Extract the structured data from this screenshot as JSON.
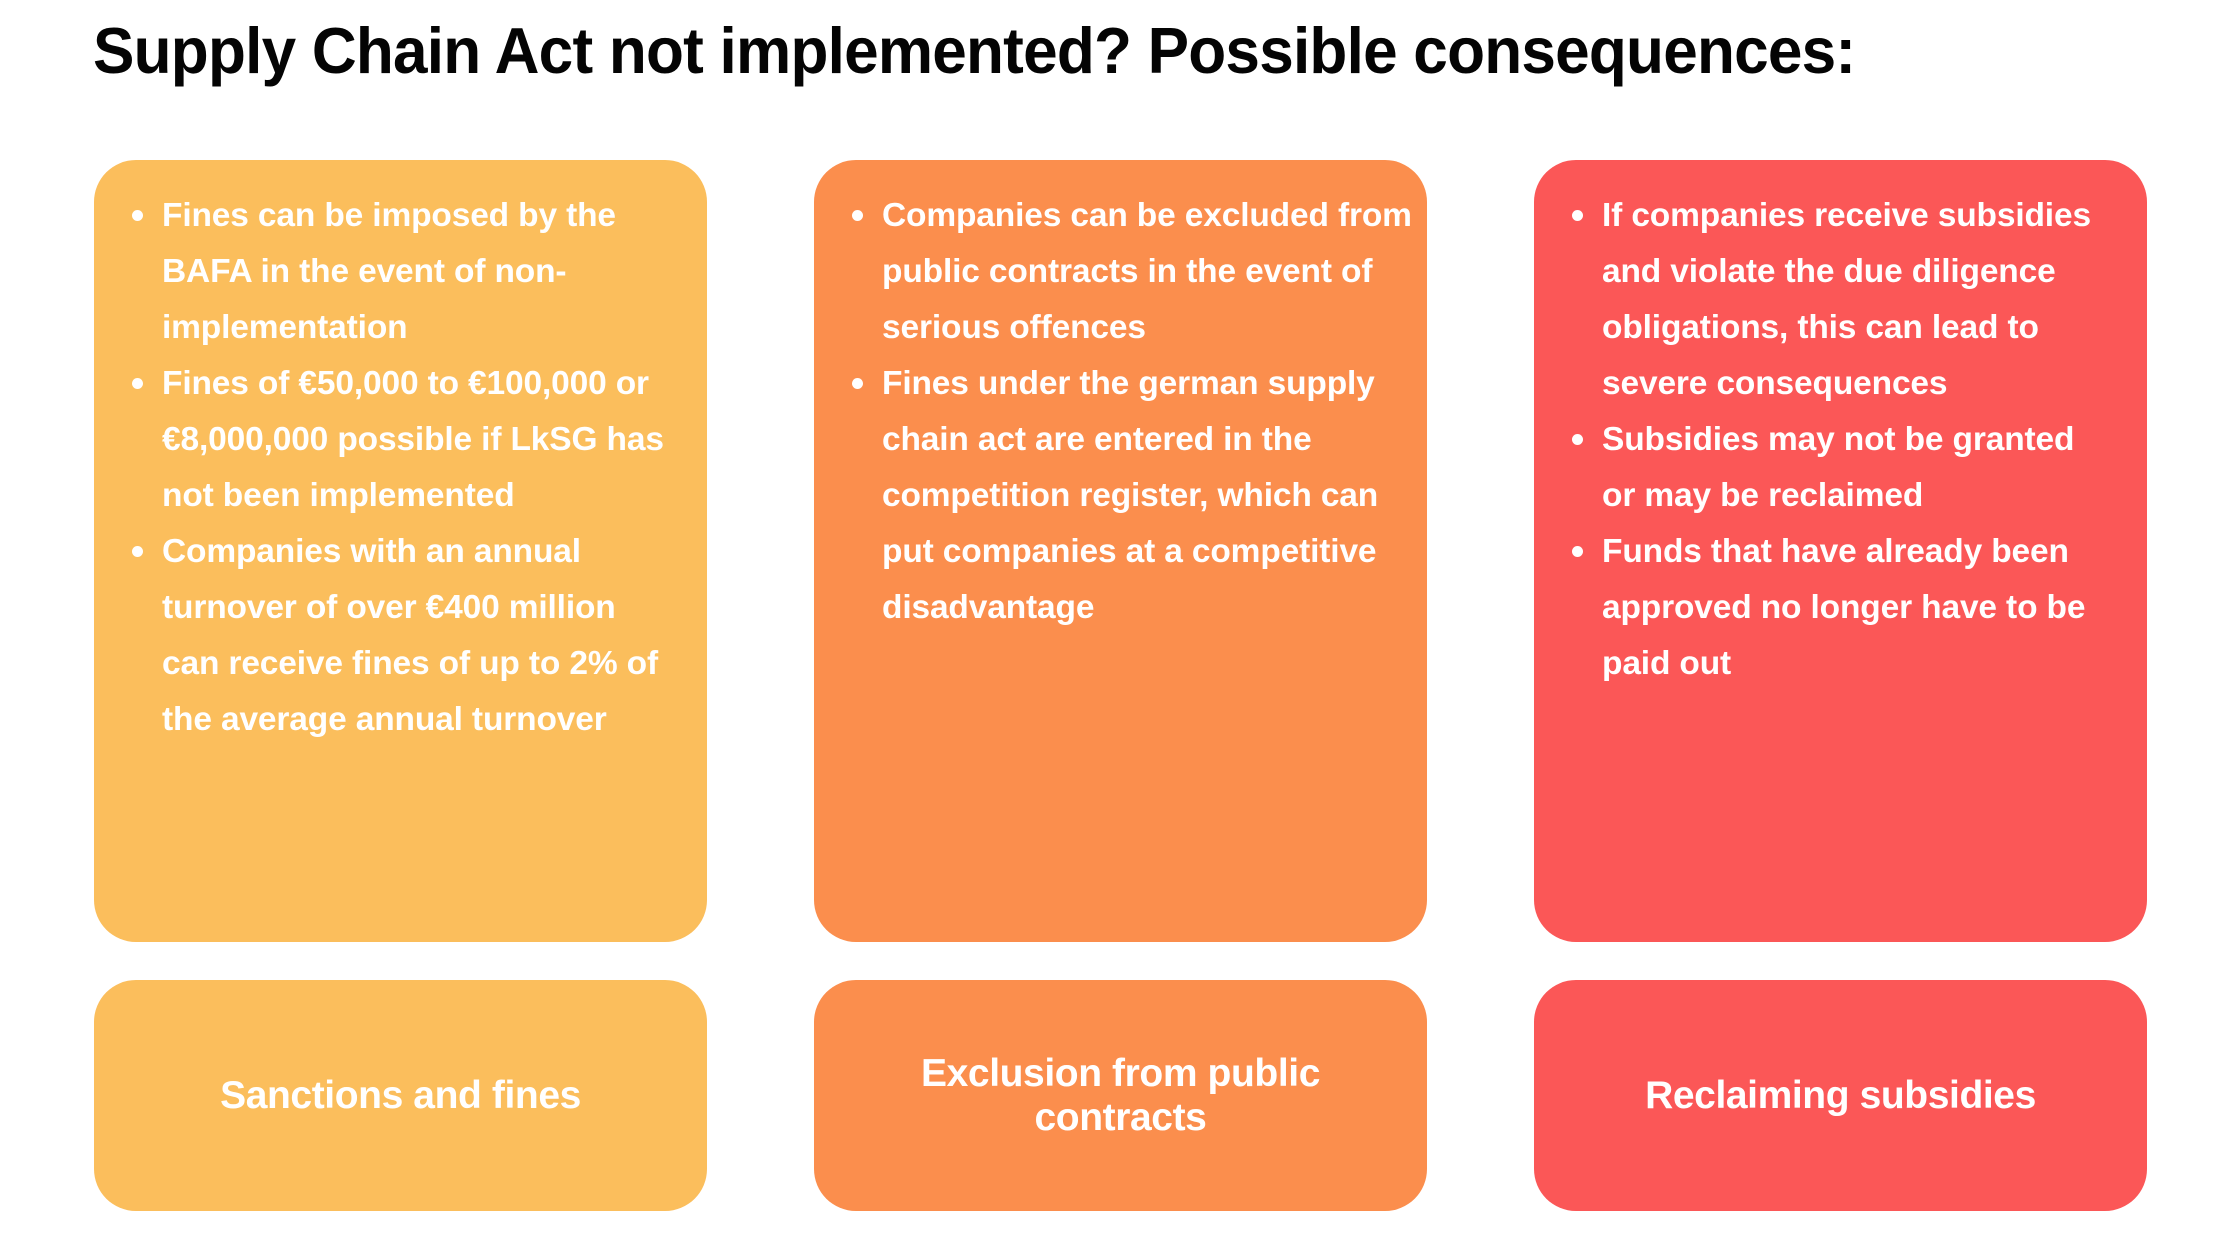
{
  "page": {
    "title": "Supply Chain Act not implemented? Possible consequences:",
    "background": "#FFFFFF"
  },
  "columns": [
    {
      "accent_color": "#FBBE5C",
      "bullets": [
        "Fines can be imposed by the BAFA in the event of non-implementation",
        "Fines of €50,000 to €100,000 or €8,000,000 possible if LkSG has not been implemented",
        "Companies with an annual turnover of over €400 million can receive fines of up to 2% of the average annual turnover"
      ],
      "label": "Sanctions and fines"
    },
    {
      "accent_color": "#FB8E4D",
      "bullets": [
        "Companies can be excluded from public contracts in the event of serious offences",
        "Fines under the german supply chain act are entered in the competition register, which can put companies at a competitive disadvantage"
      ],
      "label": "Exclusion from public contracts"
    },
    {
      "accent_color": "#FB5757",
      "bullets": [
        "If companies receive subsidies and violate the due diligence obligations, this can lead to severe consequences",
        "Subsidies may not be granted or may be reclaimed",
        "Funds that have already been approved no longer have to be paid out"
      ],
      "label": "Reclaiming subsidies"
    }
  ]
}
